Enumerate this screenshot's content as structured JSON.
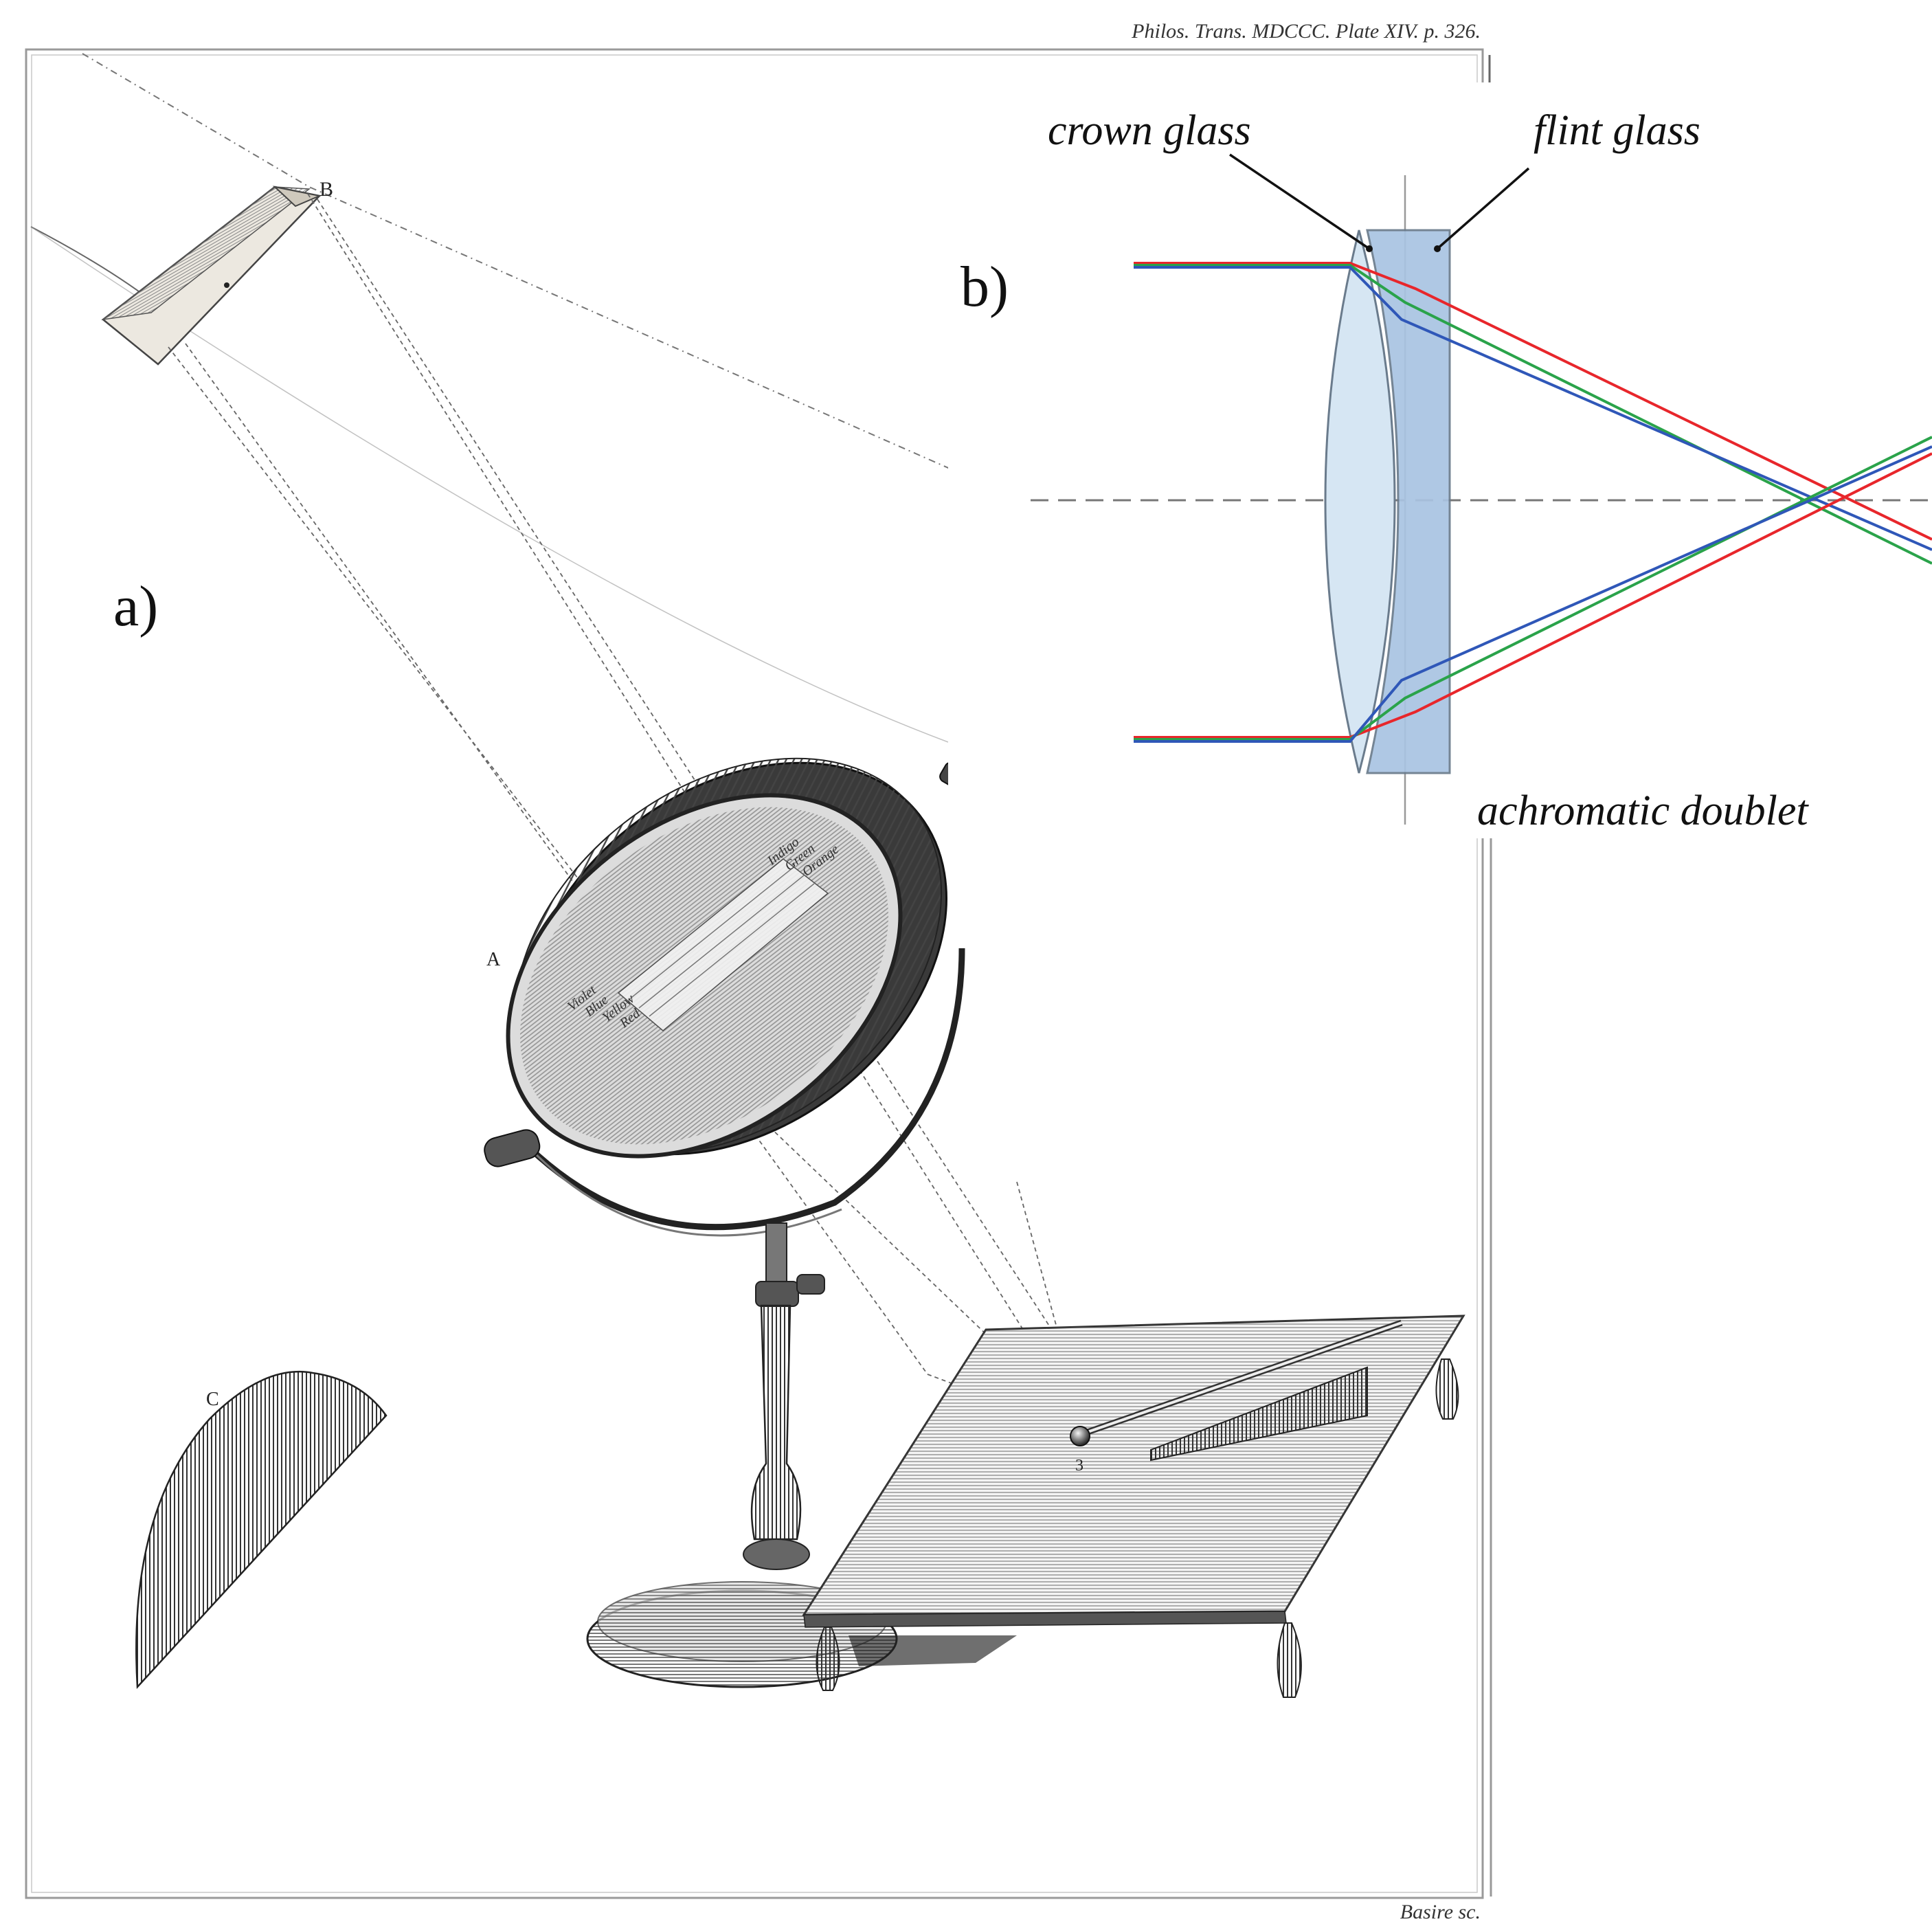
{
  "plate": {
    "header": "Philos. Trans. MDCCC. Plate XIV. p. 326.",
    "engraver": "Basire sc."
  },
  "panel_a": {
    "label": "a)",
    "point_b": "B",
    "point_a": "A",
    "point_c": "C",
    "point_3": "3",
    "spectrum_left": [
      "Violet",
      "Blue",
      "Yellow",
      "Red"
    ],
    "spectrum_right": [
      "Indigo",
      "Green",
      "Orange"
    ]
  },
  "panel_b": {
    "label": "b)",
    "crown_label": "crown glass",
    "flint_label": "flint glass",
    "caption": "achromatic doublet",
    "colors": {
      "crown_fill": "#d6e6f3",
      "flint_fill": "#a9c4e2",
      "ray_red": "#e8262b",
      "ray_green": "#2aa34a",
      "ray_blue": "#2f57b8"
    }
  }
}
